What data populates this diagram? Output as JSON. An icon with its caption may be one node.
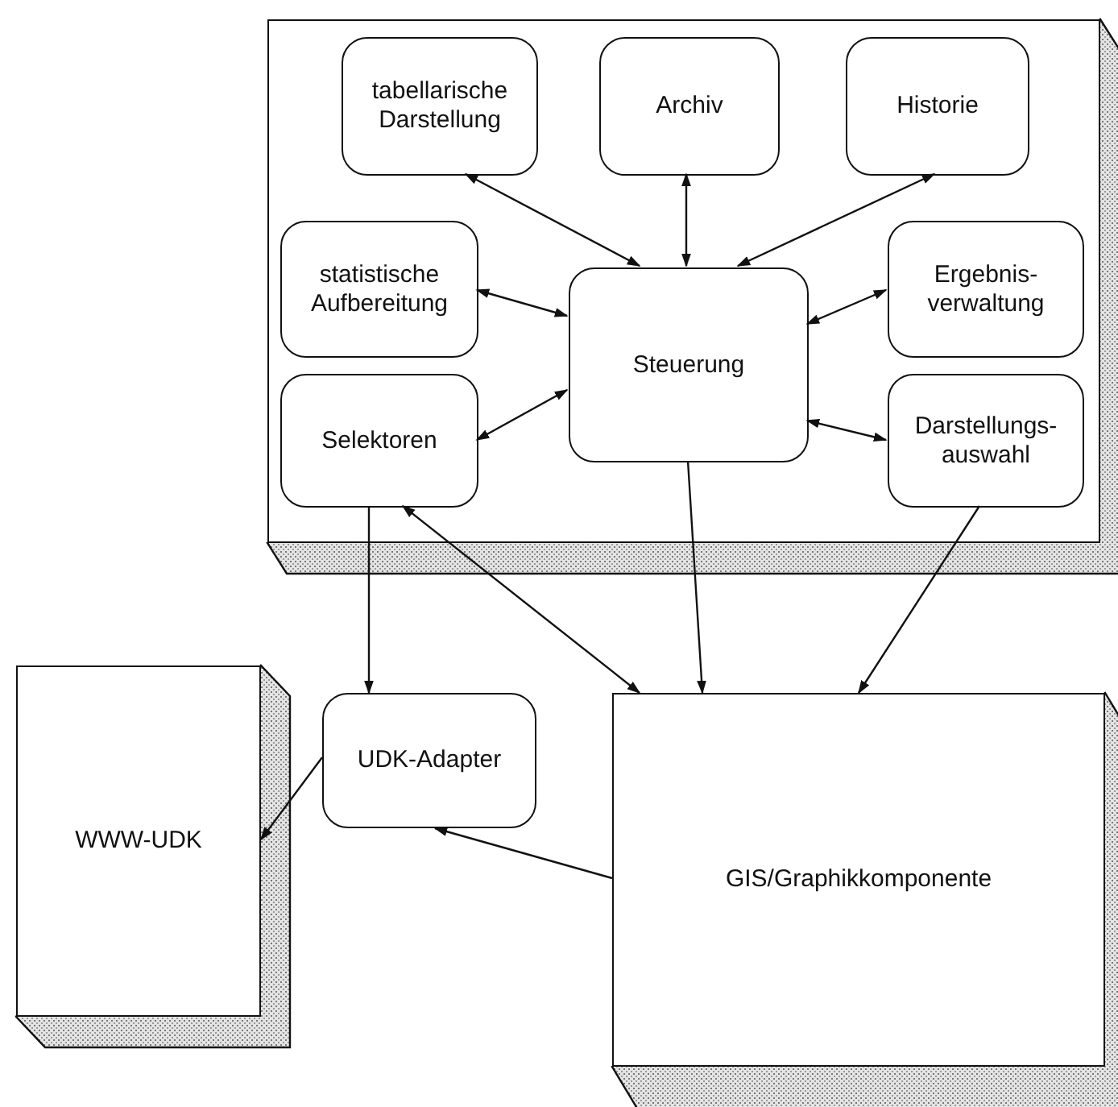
{
  "diagram": {
    "nodes": [
      {
        "text": [],
        "shape": "box"
      },
      {
        "text": [
          "tabellarische Darstellung"
        ],
        "in": 0
      },
      {
        "text": [
          "Archiv"
        ],
        "in": 0
      },
      {
        "text": [
          "Historie"
        ],
        "in": 0
      },
      {
        "text": [
          "statistische Aufbereitung"
        ],
        "in": 0
      },
      {
        "text": [
          "Steuerung"
        ],
        "in": 0
      },
      {
        "text": [
          "Ergebnis- verwaltung"
        ],
        "in": 0
      },
      {
        "text": [
          "Selektoren"
        ],
        "in": 0
      },
      {
        "text": [
          "Darstellungs- auswahl"
        ],
        "in": 0
      },
      {
        "text": [
          "WWW-UDK"
        ]
      },
      {
        "text": [
          "UDK-Adapter"
        ]
      },
      {
        "text": [
          "GIS/Graphikkomponente"
        ]
      }
    ],
    "edges": [
      {
        "from": 5,
        "to": 1,
        "arrow": "both"
      },
      {
        "from": 5,
        "to": 2,
        "arrow": "both"
      },
      {
        "from": 5,
        "to": 3,
        "arrow": "both"
      },
      {
        "from": 5,
        "to": 4,
        "arrow": "both"
      },
      {
        "from": 5,
        "to": 6,
        "arrow": "both"
      },
      {
        "from": 5,
        "to": 7,
        "arrow": "both"
      },
      {
        "from": 5,
        "to": 8,
        "arrow": "both"
      },
      {
        "from": 7,
        "to": 10,
        "arrow": "to"
      },
      {
        "from": 7,
        "to": 11,
        "arrow": "both"
      },
      {
        "from": 5,
        "to": 11,
        "arrow": "to"
      },
      {
        "from": 8,
        "to": 11,
        "arrow": "to"
      },
      {
        "from": 10,
        "to": 9,
        "arrow": "to"
      },
      {
        "from": 11,
        "to": 10,
        "arrow": "to"
      }
    ]
  }
}
